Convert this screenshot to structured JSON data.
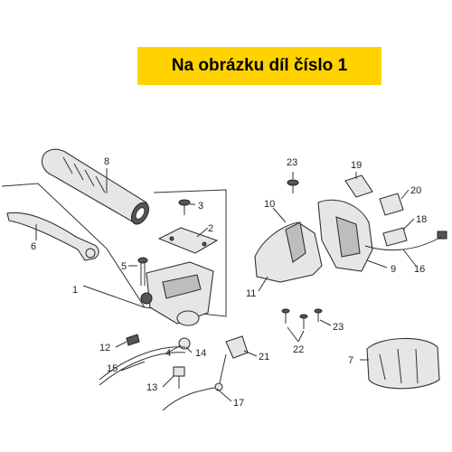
{
  "banner": {
    "text": "Na obrázku díl číslo 1",
    "color": "#ffd200"
  },
  "callouts": [
    "1",
    "2",
    "3",
    "4",
    "5",
    "6",
    "7",
    "8",
    "9",
    "10",
    "11",
    "12",
    "13",
    "14",
    "15",
    "16",
    "17",
    "18",
    "19",
    "20",
    "21",
    "22",
    "23",
    "23"
  ]
}
